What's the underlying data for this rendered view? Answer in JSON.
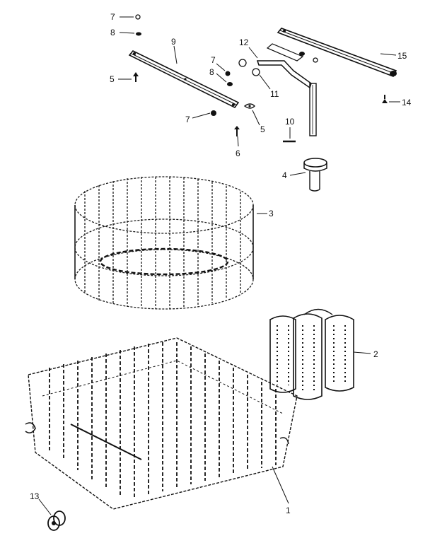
{
  "labels": {
    "l1": "1",
    "l2": "2",
    "l3": "3",
    "l4": "4",
    "l5a": "5",
    "l5b": "5",
    "l6": "6",
    "l7a": "7",
    "l7b": "7",
    "l7c": "7",
    "l8a": "8",
    "l8b": "8",
    "l9": "9",
    "l10": "10",
    "l11": "11",
    "l12": "12",
    "l13": "13",
    "l14": "14",
    "l15": "15"
  }
}
